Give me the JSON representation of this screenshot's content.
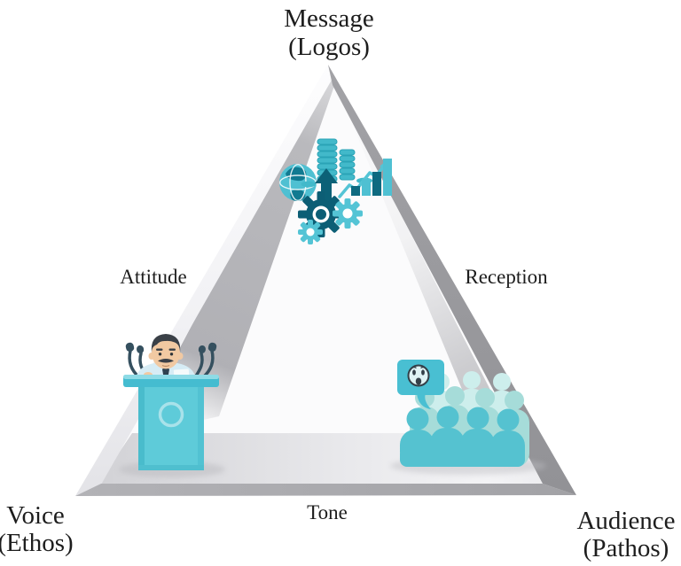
{
  "diagram": {
    "type": "rhetorical-triangle",
    "vertex_labels": {
      "top": {
        "line1": "Message",
        "line2": "(Logos)"
      },
      "bottom_left": {
        "line1": "Voice",
        "line2": "(Ethos)"
      },
      "bottom_right": {
        "line1": "Audience",
        "line2": "(Pathos)"
      }
    },
    "edge_labels": {
      "left": "Attitude",
      "right": "Reception",
      "bottom": "Tone"
    },
    "icons": [
      "globe-icon",
      "coin-stacks-icon",
      "growth-arrow-icon",
      "trend-line-icon",
      "bar-chart-icon",
      "gears-icon",
      "speaker-podium-icon",
      "speech-bubble-face-icon",
      "audience-crowd-icon"
    ],
    "colors": {
      "teal": "#4fc0d2",
      "teal_dark": "#0c5e75",
      "teal_medium": "#a6dcd9",
      "teal_light": "#cdeeec",
      "gray_edge_dark": "#98989c",
      "gray_edge_bottom": "#ababaf",
      "gray_beam": "#b2b2b6",
      "floor_gray": "#d8d8dc",
      "skin": "#f1c9a2",
      "text": "#1d1d1d"
    }
  }
}
